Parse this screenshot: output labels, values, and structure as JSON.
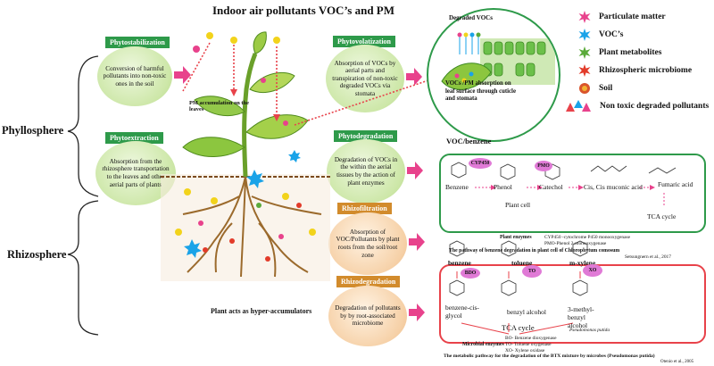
{
  "title": "Indoor air pollutants  VOC’s and PM",
  "phyllosphere_label": "Phyllosphere",
  "rhizosphere_label": "Rhizosphere",
  "plant_caption": "Plant acts as hyper-accumulators",
  "pm_accumulation": "PM accumulation on the leaves",
  "processes": {
    "phytostabilization": {
      "title": "Phytostabilization",
      "text": "Conversion of harmful pollutants into non-toxic ones in the soil"
    },
    "phytoextraction": {
      "title": "Phytoextraction",
      "text": "Absorption from the rhizosphere transportation to the leaves and other aerial parts of plants"
    },
    "phytovolatization": {
      "title": "Phytovolatization",
      "text": "Absorption of VOCs by aerial parts and transpiration of non-toxic degraded VOCs via stomata"
    },
    "phytodegradation": {
      "title": "Phytodegradation",
      "text": "Degradation of VOCs in the within the aerial tissues by the action of plant enzymes"
    },
    "rhizofiltration": {
      "title": "Rhizofiltration",
      "text": "Absorption of VOC/Pollutants by plant roots from the soil/root zone"
    },
    "rhizodegradation": {
      "title": "Rhizodegradation",
      "text": "Degradation of pollutants by by root-associated microbiome"
    }
  },
  "leaf_inset": {
    "degraded": "Degraded VOCs",
    "absorption": "VOCs /PM absorption on leaf surface through cuticle and stomata"
  },
  "legend": [
    {
      "icon": "particulate-matter-icon",
      "label": "Particulate matter",
      "color": "#e8428c"
    },
    {
      "icon": "voc-icon",
      "label": "VOC’s",
      "color": "#1aa3e8"
    },
    {
      "icon": "plant-metabolite-icon",
      "label": "Plant metabolites",
      "color": "#5aaa3a"
    },
    {
      "icon": "rhizospheric-microbiome-icon",
      "label": "Rhizospheric microbiome",
      "color": "#e23b2a"
    },
    {
      "icon": "soil-icon",
      "label": "Soil",
      "color": "#d9542c"
    },
    {
      "icon": "non-toxic-icon",
      "label": "Non toxic degraded pollutants",
      "color": "#e8424a"
    }
  ],
  "benzene_panel": {
    "header": "VOC/benzene",
    "compounds": [
      "Benzene",
      "Phenol",
      "Catechol",
      "Cis, Cis muconic acid",
      "Fumaric acid"
    ],
    "enzymes": [
      "CYP450",
      "PMO"
    ],
    "plant_cell": "Plant cell",
    "tca": "TCA cycle",
    "enzymes_label": "Plant enzymes",
    "enzymes_desc1": "CYP450 -cytochrome P450 monooxygenase",
    "enzymes_desc2": "PMO-Phenol 2-monooxygenase",
    "caption": "The pathway of benzene degradation in plant cell of Chlorophytum comosum",
    "citation": "Setsungnern et al., 2017"
  },
  "btx_panel": {
    "compounds": [
      "benzene",
      "toluene",
      "m-xylene"
    ],
    "enzymes": [
      "BDO",
      "TO",
      "XO"
    ],
    "products": [
      "benzene-cis-glycol",
      "benzyl alcohol",
      "3-methyl-benzyl alcohol"
    ],
    "tca": "TCA cycle",
    "organism": "Pseudomonas putida",
    "enzymes_label": "Microbial enzymes",
    "enzymes_desc1": "BO- Benzene dioxygenase",
    "enzymes_desc2": "TO- Toluene  oxygenase",
    "enzymes_desc3": "XO- Xylene oxidase",
    "caption": "The metabolic pathway for the degradation of the BTX mixture by microbes (Pseudomonas putida)",
    "citation": "Otenio et al., 2005"
  }
}
